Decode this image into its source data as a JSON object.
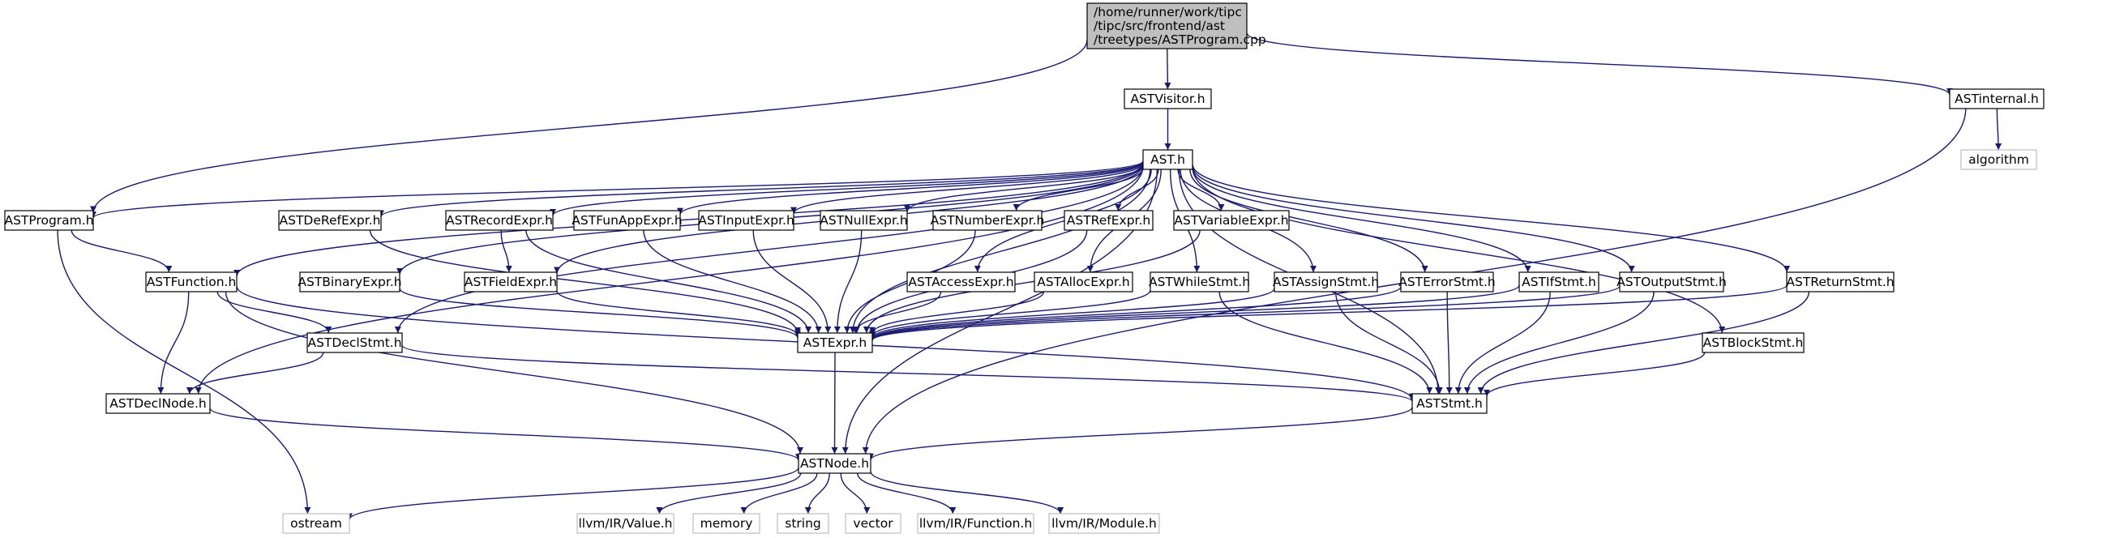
{
  "diagram": {
    "nodes": [
      {
        "id": "root",
        "lines": [
          "/home/runner/work/tipc",
          "/tipc/src/frontend/ast",
          "/treetypes/ASTProgram.cpp"
        ],
        "style": "root"
      },
      {
        "id": "visitor",
        "lines": [
          "ASTVisitor.h"
        ],
        "style": "normal"
      },
      {
        "id": "internal",
        "lines": [
          "ASTinternal.h"
        ],
        "style": "normal"
      },
      {
        "id": "algorithm",
        "lines": [
          "algorithm"
        ],
        "style": "external"
      },
      {
        "id": "ast",
        "lines": [
          "AST.h"
        ],
        "style": "normal"
      },
      {
        "id": "program",
        "lines": [
          "ASTProgram.h"
        ],
        "style": "normal"
      },
      {
        "id": "derefexpr",
        "lines": [
          "ASTDeRefExpr.h"
        ],
        "style": "normal"
      },
      {
        "id": "recordexpr",
        "lines": [
          "ASTRecordExpr.h"
        ],
        "style": "normal"
      },
      {
        "id": "funappexpr",
        "lines": [
          "ASTFunAppExpr.h"
        ],
        "style": "normal"
      },
      {
        "id": "inputexpr",
        "lines": [
          "ASTInputExpr.h"
        ],
        "style": "normal"
      },
      {
        "id": "nullexpr",
        "lines": [
          "ASTNullExpr.h"
        ],
        "style": "normal"
      },
      {
        "id": "numberexpr",
        "lines": [
          "ASTNumberExpr.h"
        ],
        "style": "normal"
      },
      {
        "id": "refexpr",
        "lines": [
          "ASTRefExpr.h"
        ],
        "style": "normal"
      },
      {
        "id": "variableexpr",
        "lines": [
          "ASTVariableExpr.h"
        ],
        "style": "normal"
      },
      {
        "id": "function",
        "lines": [
          "ASTFunction.h"
        ],
        "style": "normal"
      },
      {
        "id": "binaryexpr",
        "lines": [
          "ASTBinaryExpr.h"
        ],
        "style": "normal"
      },
      {
        "id": "fieldexpr",
        "lines": [
          "ASTFieldExpr.h"
        ],
        "style": "normal"
      },
      {
        "id": "accessexpr",
        "lines": [
          "ASTAccessExpr.h"
        ],
        "style": "normal"
      },
      {
        "id": "allocexpr",
        "lines": [
          "ASTAllocExpr.h"
        ],
        "style": "normal"
      },
      {
        "id": "whilestmt",
        "lines": [
          "ASTWhileStmt.h"
        ],
        "style": "normal"
      },
      {
        "id": "assignstmt",
        "lines": [
          "ASTAssignStmt.h"
        ],
        "style": "normal"
      },
      {
        "id": "errorstmt",
        "lines": [
          "ASTErrorStmt.h"
        ],
        "style": "normal"
      },
      {
        "id": "ifstmt",
        "lines": [
          "ASTIfStmt.h"
        ],
        "style": "normal"
      },
      {
        "id": "outputstmt",
        "lines": [
          "ASTOutputStmt.h"
        ],
        "style": "normal"
      },
      {
        "id": "returnstmt",
        "lines": [
          "ASTReturnStmt.h"
        ],
        "style": "normal"
      },
      {
        "id": "declstmt",
        "lines": [
          "ASTDeclStmt.h"
        ],
        "style": "normal"
      },
      {
        "id": "expr",
        "lines": [
          "ASTExpr.h"
        ],
        "style": "normal"
      },
      {
        "id": "blockstmt",
        "lines": [
          "ASTBlockStmt.h"
        ],
        "style": "normal"
      },
      {
        "id": "declnode",
        "lines": [
          "ASTDeclNode.h"
        ],
        "style": "normal"
      },
      {
        "id": "stmt",
        "lines": [
          "ASTStmt.h"
        ],
        "style": "normal"
      },
      {
        "id": "node",
        "lines": [
          "ASTNode.h"
        ],
        "style": "normal"
      },
      {
        "id": "ostream",
        "lines": [
          "ostream"
        ],
        "style": "external"
      },
      {
        "id": "llvmvalue",
        "lines": [
          "llvm/IR/Value.h"
        ],
        "style": "external"
      },
      {
        "id": "memory",
        "lines": [
          "memory"
        ],
        "style": "external"
      },
      {
        "id": "string",
        "lines": [
          "string"
        ],
        "style": "external"
      },
      {
        "id": "vector",
        "lines": [
          "vector"
        ],
        "style": "external"
      },
      {
        "id": "llvmfunction",
        "lines": [
          "llvm/IR/Function.h"
        ],
        "style": "external"
      },
      {
        "id": "llvmmodule",
        "lines": [
          "llvm/IR/Module.h"
        ],
        "style": "external"
      }
    ],
    "edges": [
      [
        "root",
        "visitor"
      ],
      [
        "root",
        "internal"
      ],
      [
        "root",
        "program"
      ],
      [
        "visitor",
        "ast"
      ],
      [
        "internal",
        "algorithm"
      ],
      [
        "internal",
        "node"
      ],
      [
        "ast",
        "program"
      ],
      [
        "ast",
        "derefexpr"
      ],
      [
        "ast",
        "recordexpr"
      ],
      [
        "ast",
        "funappexpr"
      ],
      [
        "ast",
        "inputexpr"
      ],
      [
        "ast",
        "nullexpr"
      ],
      [
        "ast",
        "numberexpr"
      ],
      [
        "ast",
        "refexpr"
      ],
      [
        "ast",
        "variableexpr"
      ],
      [
        "ast",
        "function"
      ],
      [
        "ast",
        "binaryexpr"
      ],
      [
        "ast",
        "fieldexpr"
      ],
      [
        "ast",
        "accessexpr"
      ],
      [
        "ast",
        "allocexpr"
      ],
      [
        "ast",
        "whilestmt"
      ],
      [
        "ast",
        "assignstmt"
      ],
      [
        "ast",
        "errorstmt"
      ],
      [
        "ast",
        "ifstmt"
      ],
      [
        "ast",
        "outputstmt"
      ],
      [
        "ast",
        "returnstmt"
      ],
      [
        "ast",
        "declstmt"
      ],
      [
        "ast",
        "expr"
      ],
      [
        "ast",
        "blockstmt"
      ],
      [
        "ast",
        "declnode"
      ],
      [
        "ast",
        "stmt"
      ],
      [
        "ast",
        "node"
      ],
      [
        "program",
        "function"
      ],
      [
        "program",
        "ostream"
      ],
      [
        "function",
        "declstmt"
      ],
      [
        "function",
        "declnode"
      ],
      [
        "function",
        "stmt"
      ],
      [
        "function",
        "node"
      ],
      [
        "derefexpr",
        "expr"
      ],
      [
        "recordexpr",
        "fieldexpr"
      ],
      [
        "recordexpr",
        "expr"
      ],
      [
        "funappexpr",
        "expr"
      ],
      [
        "inputexpr",
        "expr"
      ],
      [
        "nullexpr",
        "expr"
      ],
      [
        "numberexpr",
        "expr"
      ],
      [
        "refexpr",
        "expr"
      ],
      [
        "variableexpr",
        "expr"
      ],
      [
        "binaryexpr",
        "expr"
      ],
      [
        "fieldexpr",
        "expr"
      ],
      [
        "accessexpr",
        "expr"
      ],
      [
        "allocexpr",
        "expr"
      ],
      [
        "whilestmt",
        "expr"
      ],
      [
        "whilestmt",
        "stmt"
      ],
      [
        "assignstmt",
        "expr"
      ],
      [
        "assignstmt",
        "stmt"
      ],
      [
        "errorstmt",
        "expr"
      ],
      [
        "errorstmt",
        "stmt"
      ],
      [
        "ifstmt",
        "expr"
      ],
      [
        "ifstmt",
        "stmt"
      ],
      [
        "outputstmt",
        "expr"
      ],
      [
        "outputstmt",
        "stmt"
      ],
      [
        "returnstmt",
        "expr"
      ],
      [
        "returnstmt",
        "stmt"
      ],
      [
        "declstmt",
        "declnode"
      ],
      [
        "declstmt",
        "stmt"
      ],
      [
        "expr",
        "node"
      ],
      [
        "blockstmt",
        "stmt"
      ],
      [
        "declnode",
        "node"
      ],
      [
        "stmt",
        "node"
      ],
      [
        "node",
        "ostream"
      ],
      [
        "node",
        "llvmvalue"
      ],
      [
        "node",
        "memory"
      ],
      [
        "node",
        "string"
      ],
      [
        "node",
        "vector"
      ],
      [
        "node",
        "llvmfunction"
      ],
      [
        "node",
        "llvmmodule"
      ]
    ]
  },
  "colors": {
    "edge": "#191970",
    "node_border": "#000000",
    "root_fill": "#bfbfbf",
    "external_border": "#bfbfbf",
    "node_fill": "#ffffff",
    "text": "#000000"
  }
}
